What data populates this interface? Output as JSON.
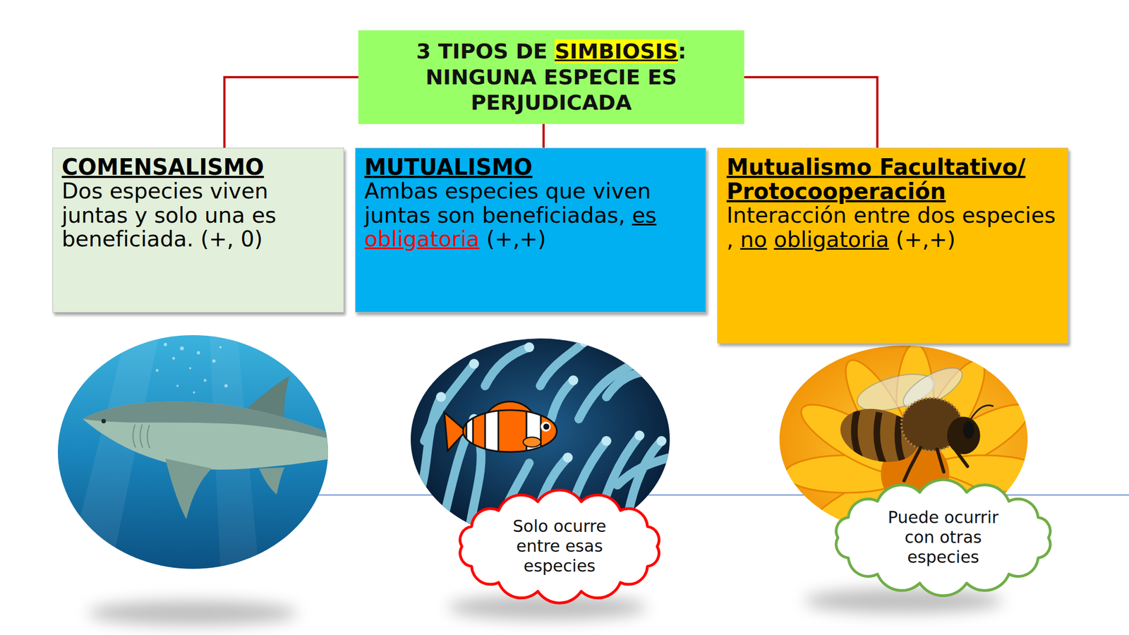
{
  "diagram": {
    "nodes": [
      {
        "text": [
          "3 TIPOS DE SIMBIOSIS: NINGUNA ESPECIE ES PERJUDICADA"
        ]
      },
      {
        "text": [
          "COMENSALISMO",
          "Dos especies viven juntas y solo una es beneficiada. (+, 0)"
        ]
      },
      {
        "text": [
          "MUTUALISMO",
          "Ambas especies que viven juntas son beneficiadas, es obligatoria (+,+)"
        ]
      },
      {
        "text": [
          "Mutualismo Facultativo/ Protocooperación",
          "Interacción entre dos especies , no obligatoria (+,+)"
        ]
      },
      {
        "text": [
          "Solo ocurre entre esas especies"
        ]
      },
      {
        "text": [
          "Puede ocurrir con otras especies"
        ]
      }
    ],
    "edges": [
      {
        "from": 0,
        "to": 1,
        "arrow": "none"
      },
      {
        "from": 0,
        "to": 2,
        "arrow": "none"
      },
      {
        "from": 0,
        "to": 3,
        "arrow": "none"
      }
    ]
  }
}
